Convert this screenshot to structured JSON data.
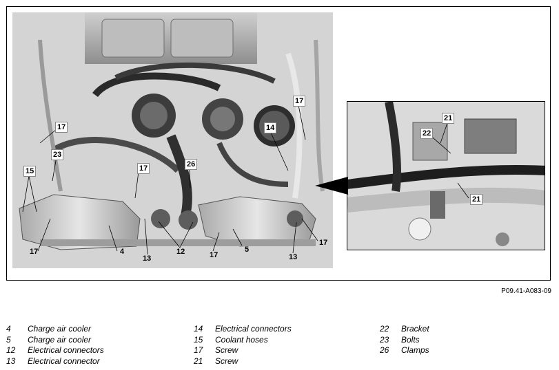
{
  "figure_code": "P09.41-A083-09",
  "main_callouts": [
    {
      "label": "17"
    },
    {
      "label": "14"
    },
    {
      "label": "17"
    },
    {
      "label": "23"
    },
    {
      "label": "15"
    },
    {
      "label": "17"
    },
    {
      "label": "26"
    },
    {
      "label": "17"
    },
    {
      "label": "4"
    },
    {
      "label": "13"
    },
    {
      "label": "12"
    },
    {
      "label": "17"
    },
    {
      "label": "5"
    },
    {
      "label": "13"
    },
    {
      "label": "17"
    }
  ],
  "inset_callouts": [
    {
      "label": "21"
    },
    {
      "label": "22"
    },
    {
      "label": "21"
    }
  ],
  "legend": [
    [
      {
        "num": "4",
        "text": "Charge air cooler"
      },
      {
        "num": "5",
        "text": "Charge air cooler"
      },
      {
        "num": "12",
        "text": "Electrical connectors"
      },
      {
        "num": "13",
        "text": "Electrical connector"
      }
    ],
    [
      {
        "num": "14",
        "text": "Electrical connectors"
      },
      {
        "num": "15",
        "text": "Coolant hoses"
      },
      {
        "num": "17",
        "text": "Screw"
      },
      {
        "num": "21",
        "text": "Screw"
      }
    ],
    [
      {
        "num": "22",
        "text": "Bracket"
      },
      {
        "num": "23",
        "text": "Bolts"
      },
      {
        "num": "26",
        "text": "Clamps"
      }
    ]
  ]
}
